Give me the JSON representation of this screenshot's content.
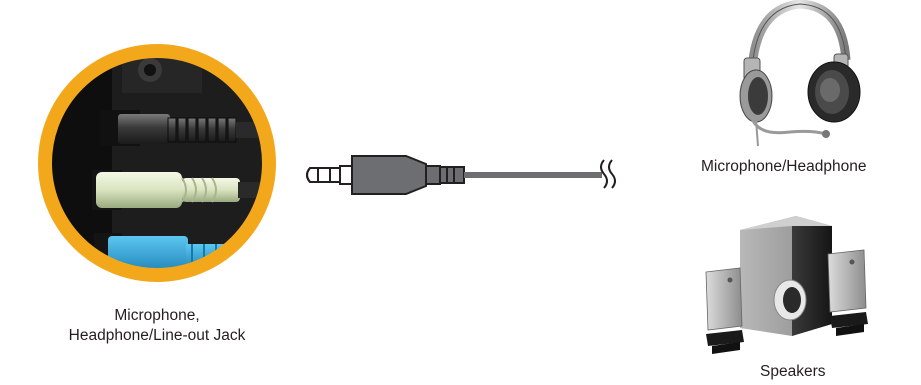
{
  "jack_panel": {
    "caption_line1": "Microphone,",
    "caption_line2": "Headphone/Line-out Jack",
    "ring_color": "#f3a81c",
    "plug_colors": {
      "top": "#4a4a4a",
      "middle": "#dfe8c8",
      "bottom": "#27a9e1"
    }
  },
  "cable": {
    "icon": "audio-jack-plug-icon"
  },
  "devices": {
    "headphone": {
      "label": "Microphone/Headphone",
      "icon": "headset-icon"
    },
    "speakers": {
      "label": "Speakers",
      "icon": "speakers-icon"
    }
  }
}
